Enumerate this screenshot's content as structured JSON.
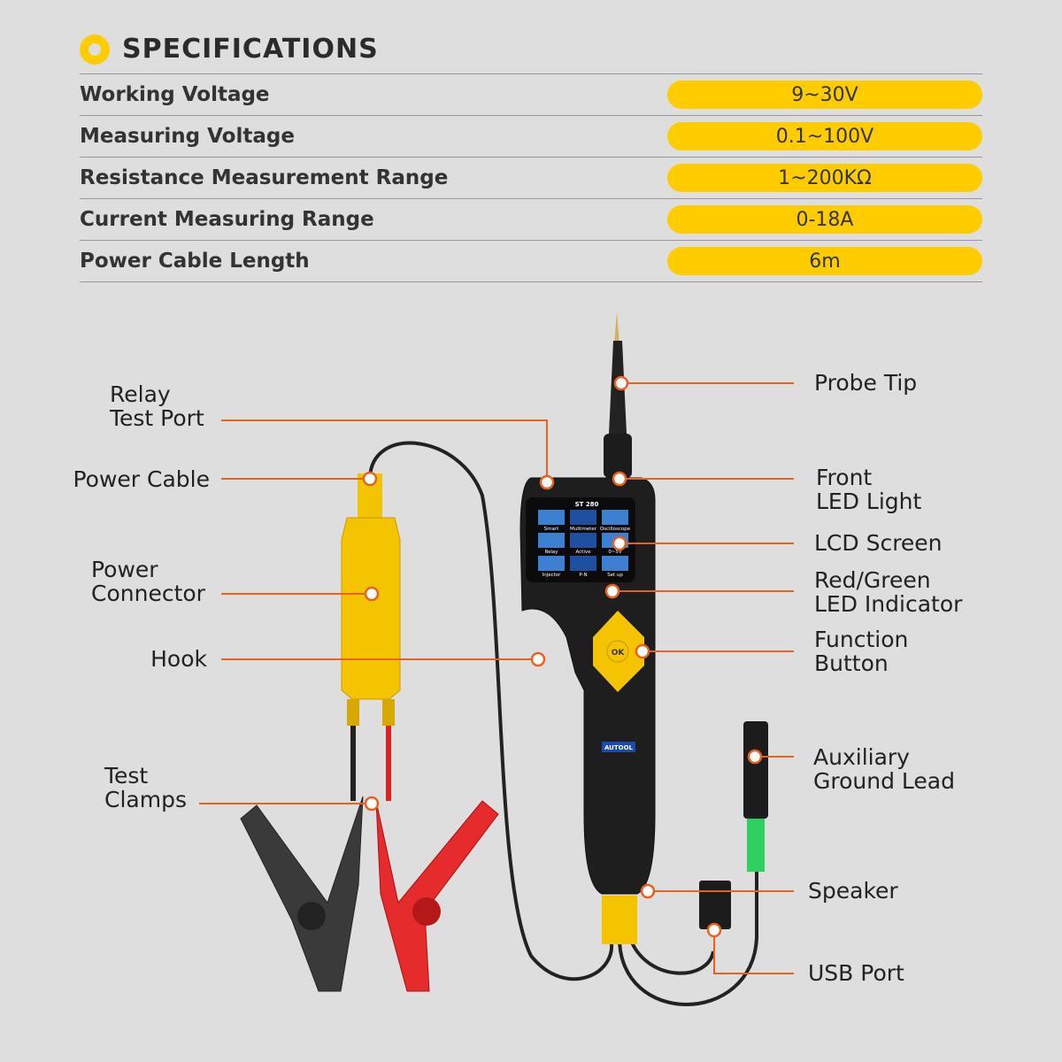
{
  "header": {
    "title": "SPECIFICATIONS",
    "icon": "circle-ring-icon",
    "accent": "#ffcc00"
  },
  "specs": [
    {
      "label": "Working Voltage",
      "value": "9~30V"
    },
    {
      "label": "Measuring Voltage",
      "value": "0.1~100V"
    },
    {
      "label": "Resistance Measurement Range",
      "value": "1~200KΩ"
    },
    {
      "label": "Current Measuring Range",
      "value": "0-18A"
    },
    {
      "label": "Power Cable Length",
      "value": "6m"
    }
  ],
  "device": {
    "model": "ST 280",
    "brand": "AUTOOL",
    "ok": "OK",
    "screen_items": [
      "Smart",
      "Multimeter",
      "Oscilloscope",
      "Relay",
      "Active",
      "0~5V",
      "Injector",
      "P-N",
      "Set up"
    ]
  },
  "callouts": {
    "relay": "Relay\nTest Port",
    "power_cable": "Power Cable",
    "power_connector": "Power\nConnector",
    "hook": "Hook",
    "test_clamps": "Test\nClamps",
    "probe_tip": "Probe Tip",
    "front_led": "Front\nLED Light",
    "lcd": "LCD Screen",
    "indicator": "Red/Green\nLED Indicator",
    "function": "Function\nButton",
    "aux": "Auxiliary\nGround Lead",
    "speaker": "Speaker",
    "usb": "USB Port"
  },
  "colors": {
    "callout_line": "#e8621e",
    "background": "#dedede"
  }
}
